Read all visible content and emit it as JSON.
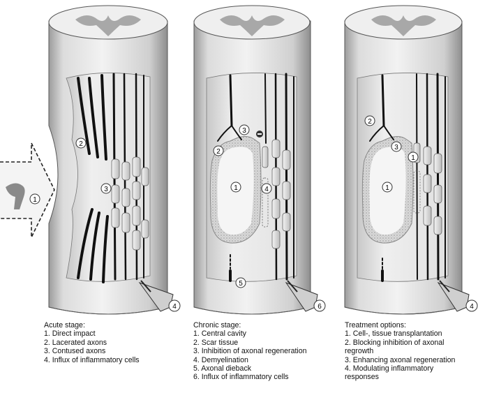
{
  "panels": [
    {
      "title": "Acute stage:",
      "items": [
        "1. Direct impact",
        "2. Lacerated axons",
        "3. Contused axons",
        "4. Influx of inflammatory cells"
      ],
      "markers": [
        "1",
        "2",
        "3",
        "4"
      ]
    },
    {
      "title": "Chronic stage:",
      "items": [
        "1. Central cavity",
        "2. Scar tissue",
        "3. Inhibition of axonal regeneration",
        "4. Demyelination",
        "5. Axonal dieback",
        "6. Influx of inflammatory cells"
      ],
      "markers": [
        "1",
        "2",
        "3",
        "4",
        "5",
        "6"
      ]
    },
    {
      "title": "Treatment options:",
      "items": [
        "1. Cell-, tissue transplantation",
        "2. Blocking inhibition of axonal\nregrowth",
        "3. Enhancing axonal regeneration",
        "4. Modulating inflammatory\nresponses"
      ],
      "markers": [
        "1",
        "2",
        "3",
        "4"
      ]
    }
  ],
  "colors": {
    "cord_body": "#d9d9d9",
    "cord_shadow": "#9a9a9a",
    "interior": "#eeeeee",
    "axon": "#111111",
    "grey_matter": "#a8a8a8"
  }
}
